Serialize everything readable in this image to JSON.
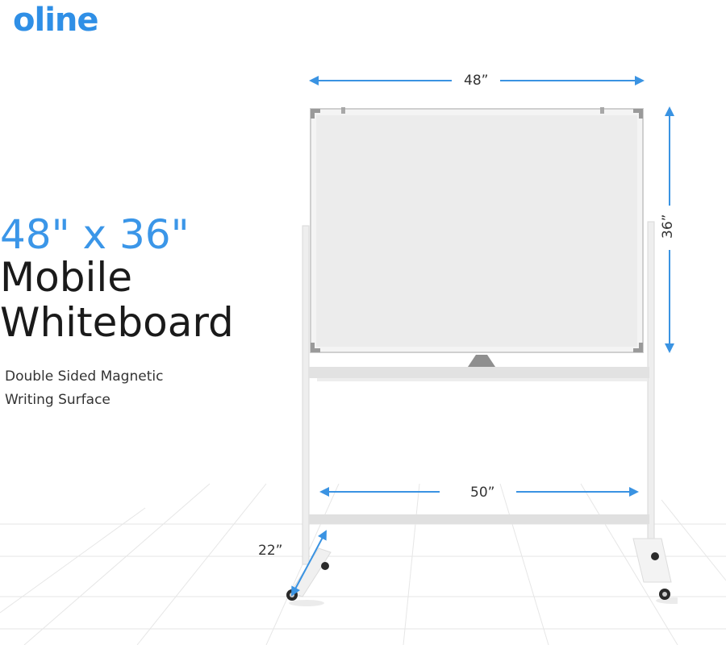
{
  "brand": {
    "logo_text": "oline",
    "color": "#2f8fe6"
  },
  "headline": {
    "dimensions": "48\" x 36\"",
    "line1": "Mobile",
    "line2": "Whiteboard",
    "dimensions_color": "#3b96e8"
  },
  "features": {
    "line1": "Double Sided Magnetic",
    "line2": "Writing Surface"
  },
  "dimensions": {
    "board_width": "48”",
    "board_height": "36”",
    "base_width": "50”",
    "base_depth": "22”",
    "arrow_color": "#3a93e2"
  },
  "icons": {
    "width_arrow": "double-arrow-horizontal",
    "height_arrow": "double-arrow-vertical",
    "base_arrow": "double-arrow-horizontal",
    "depth_arrow": "double-arrow-diagonal"
  }
}
